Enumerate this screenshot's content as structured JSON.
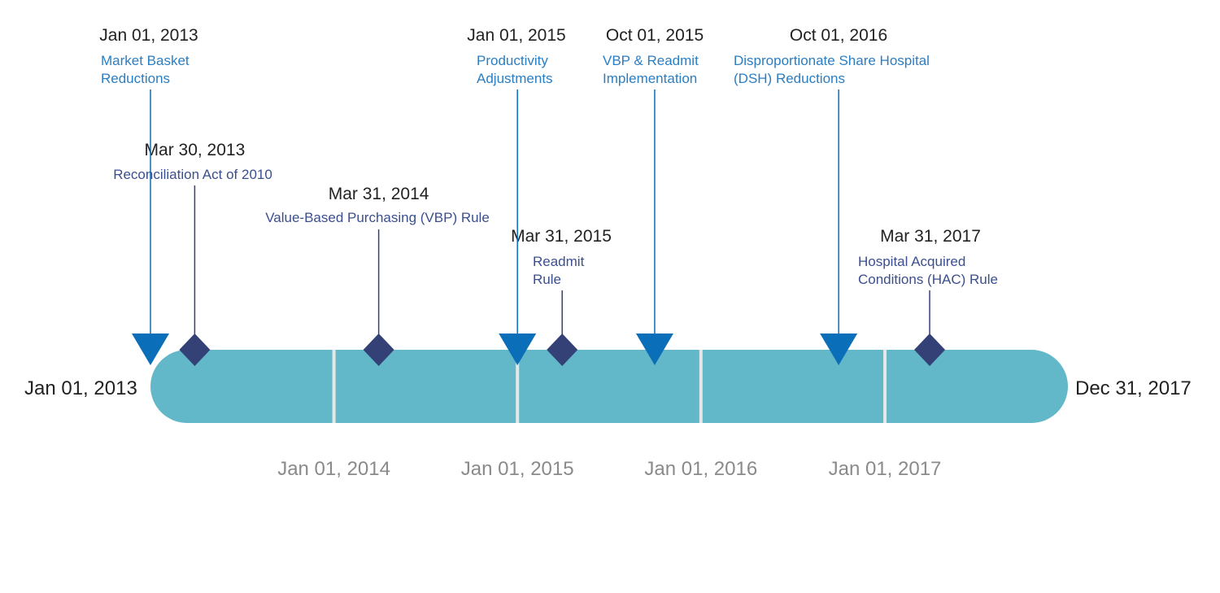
{
  "timeline": {
    "start_label": "Jan 01, 2013",
    "end_label": "Dec 31, 2017",
    "start_date": "2013-01-01",
    "end_date": "2017-12-31",
    "bar_color": "#62b8c8",
    "divider_color": "#e6e6e6",
    "ticks": [
      {
        "label": "Jan 01, 2014",
        "date": "2014-01-01"
      },
      {
        "label": "Jan 01, 2015",
        "date": "2015-01-01"
      },
      {
        "label": "Jan 01, 2016",
        "date": "2016-01-01"
      },
      {
        "label": "Jan 01, 2017",
        "date": "2017-01-01"
      }
    ]
  },
  "colors": {
    "milestone_marker": "#0a6eb9",
    "milestone_text": "#2a7ec4",
    "event_marker": "#334177",
    "event_text": "#3b4f8f",
    "date_text": "#222222",
    "tick_text": "#8a8a8a"
  },
  "milestones": [
    {
      "date_label": "Jan 01, 2013",
      "date": "2013-01-01",
      "lines": [
        "Market Basket",
        "Reductions"
      ],
      "marker": "triangle-down-icon"
    },
    {
      "date_label": "Jan 01, 2015",
      "date": "2015-01-01",
      "lines": [
        "Productivity",
        "Adjustments"
      ],
      "marker": "triangle-down-icon"
    },
    {
      "date_label": "Oct 01, 2015",
      "date": "2015-10-01",
      "lines": [
        "VBP & Readmit",
        "Implementation"
      ],
      "marker": "triangle-down-icon"
    },
    {
      "date_label": "Oct 01, 2016",
      "date": "2016-10-01",
      "lines": [
        "Disproportionate Share Hospital",
        "(DSH) Reductions"
      ],
      "marker": "triangle-down-icon"
    }
  ],
  "events": [
    {
      "date_label": "Mar 30, 2013",
      "date": "2013-03-30",
      "lines": [
        "Reconciliation Act of 2010"
      ],
      "marker": "diamond-icon"
    },
    {
      "date_label": "Mar 31, 2014",
      "date": "2014-03-31",
      "lines": [
        "Value-Based Purchasing (VBP) Rule"
      ],
      "marker": "diamond-icon"
    },
    {
      "date_label": "Mar 31, 2015",
      "date": "2015-03-31",
      "lines": [
        "Readmit",
        "Rule"
      ],
      "marker": "diamond-icon"
    },
    {
      "date_label": "Mar 31, 2017",
      "date": "2017-03-31",
      "lines": [
        "Hospital Acquired",
        "Conditions (HAC) Rule"
      ],
      "marker": "diamond-icon"
    }
  ]
}
